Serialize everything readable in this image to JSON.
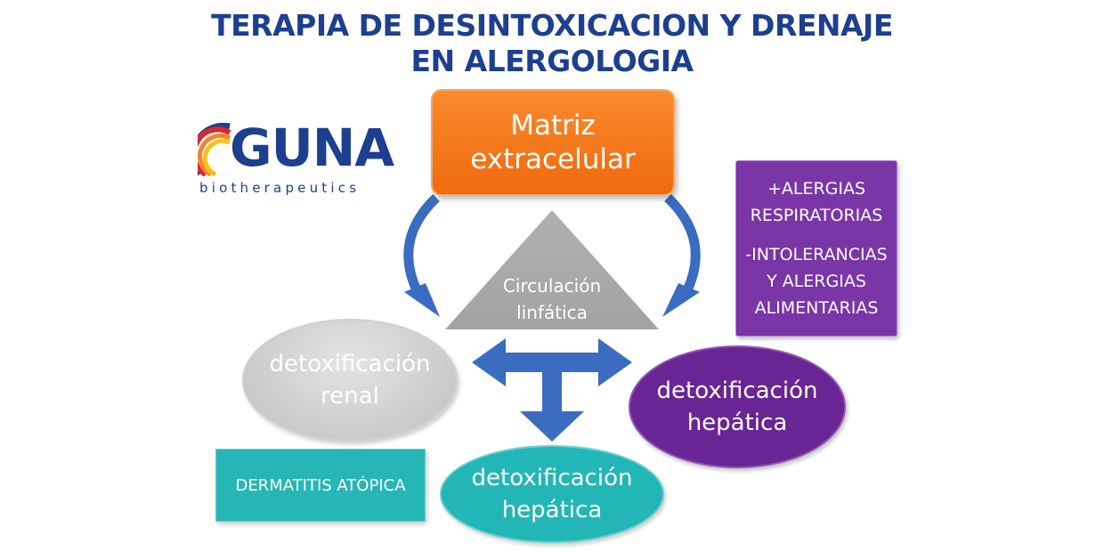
{
  "title": {
    "line1": "TERAPIA DE DESINTOXICACION Y DRENAJE",
    "line2": "EN ALERGOLOGIA"
  },
  "logo": {
    "word": "GUNA",
    "subtitle": "biotherapeutics"
  },
  "nodes": {
    "matriz": {
      "line1": "Matriz",
      "line2": "extracelular"
    },
    "circulacion": {
      "line1": "Circulación",
      "line2": "linfática"
    },
    "renal": {
      "line1": "detoxificación",
      "line2": "renal"
    },
    "hepatica_purple": {
      "line1": "detoxificación",
      "line2": "hepática"
    },
    "hepatica_teal": {
      "line1": "detoxificación",
      "line2": "hepática"
    },
    "dermatitis": "DERMATITIS ATÓPICA",
    "alergias": {
      "l1": "+ALERGIAS",
      "l2": "RESPIRATORIAS",
      "l3": "-INTOLERANCIAS",
      "l4": "Y ALERGIAS",
      "l5": "ALIMENTARIAS"
    }
  },
  "colors": {
    "title": "#1d3f8f",
    "orange": "#f47c20",
    "purple": "#6a2595",
    "teal": "#22b7b6",
    "gray": "#b5b5b5",
    "arrow_blue": "#3a6cc0"
  }
}
